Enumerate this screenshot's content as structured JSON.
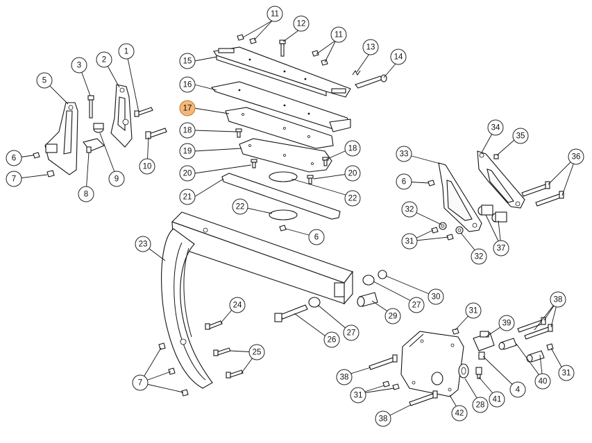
{
  "diagram": {
    "highlight_color": "#f5b878",
    "callouts": [
      {
        "id": "c11a",
        "label": "11"
      },
      {
        "id": "c12",
        "label": "12"
      },
      {
        "id": "c11b",
        "label": "11"
      },
      {
        "id": "c13",
        "label": "13"
      },
      {
        "id": "c14",
        "label": "14"
      },
      {
        "id": "c15",
        "label": "15"
      },
      {
        "id": "c16",
        "label": "16"
      },
      {
        "id": "c17",
        "label": "17",
        "highlighted": true
      },
      {
        "id": "c18a",
        "label": "18"
      },
      {
        "id": "c18b",
        "label": "18"
      },
      {
        "id": "c19",
        "label": "19"
      },
      {
        "id": "c20a",
        "label": "20"
      },
      {
        "id": "c20b",
        "label": "20"
      },
      {
        "id": "c21",
        "label": "21"
      },
      {
        "id": "c22a",
        "label": "22"
      },
      {
        "id": "c22b",
        "label": "22"
      },
      {
        "id": "c6b",
        "label": "6"
      },
      {
        "id": "c1",
        "label": "1"
      },
      {
        "id": "c2",
        "label": "2"
      },
      {
        "id": "c3",
        "label": "3"
      },
      {
        "id": "c5",
        "label": "5"
      },
      {
        "id": "c6a",
        "label": "6"
      },
      {
        "id": "c7a",
        "label": "7"
      },
      {
        "id": "c8",
        "label": "8"
      },
      {
        "id": "c9",
        "label": "9"
      },
      {
        "id": "c10",
        "label": "10"
      },
      {
        "id": "c23",
        "label": "23"
      },
      {
        "id": "c24",
        "label": "24"
      },
      {
        "id": "c25",
        "label": "25"
      },
      {
        "id": "c7b",
        "label": "7"
      },
      {
        "id": "c26",
        "label": "26"
      },
      {
        "id": "c27a",
        "label": "27"
      },
      {
        "id": "c27b",
        "label": "27"
      },
      {
        "id": "c29",
        "label": "29"
      },
      {
        "id": "c30",
        "label": "30"
      },
      {
        "id": "c33",
        "label": "33"
      },
      {
        "id": "c34",
        "label": "34"
      },
      {
        "id": "c35",
        "label": "35"
      },
      {
        "id": "c36",
        "label": "36"
      },
      {
        "id": "c6c",
        "label": "6"
      },
      {
        "id": "c32a",
        "label": "32"
      },
      {
        "id": "c31a",
        "label": "31"
      },
      {
        "id": "c32b",
        "label": "32"
      },
      {
        "id": "c37",
        "label": "37"
      },
      {
        "id": "c31b",
        "label": "31"
      },
      {
        "id": "c39",
        "label": "39"
      },
      {
        "id": "c38a",
        "label": "38"
      },
      {
        "id": "c40",
        "label": "40"
      },
      {
        "id": "c31c",
        "label": "31"
      },
      {
        "id": "c4",
        "label": "4"
      },
      {
        "id": "c41",
        "label": "41"
      },
      {
        "id": "c28",
        "label": "28"
      },
      {
        "id": "c42",
        "label": "42"
      },
      {
        "id": "c38b",
        "label": "38"
      },
      {
        "id": "c38c",
        "label": "38"
      },
      {
        "id": "c31d",
        "label": "31"
      }
    ]
  }
}
